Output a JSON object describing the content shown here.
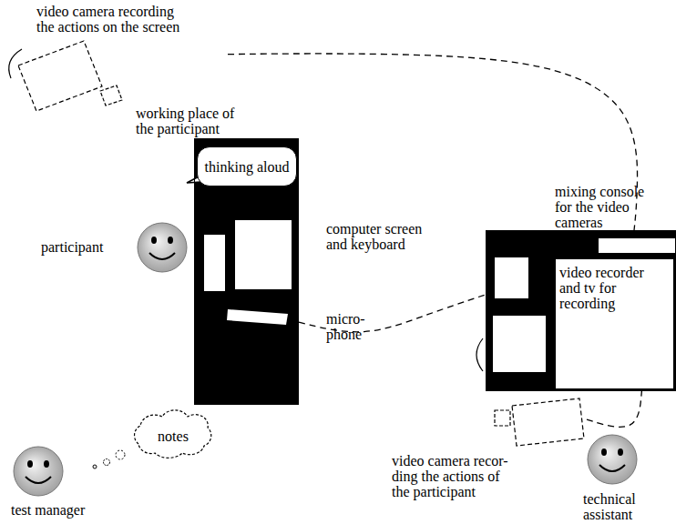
{
  "diagram": {
    "nodes": [
      {
        "text": [
          "video camera recording the actions on the screen"
        ]
      },
      {
        "text": [
          "working place of the participant"
        ]
      },
      {
        "text": [
          "thinking aloud"
        ],
        "in": 1
      },
      {
        "text": [
          "mixing console for the video cameras",
          "video recorder and tv for recording"
        ]
      },
      {
        "text": [
          "notes"
        ]
      },
      {
        "text": [
          "video camera recor- ding the actions of the participant"
        ]
      }
    ],
    "edges": [
      {
        "from": 0,
        "to": 3,
        "arrow": "none"
      },
      {
        "from": 1,
        "to": 3,
        "arrow": "none"
      },
      {
        "from": 5,
        "to": 3,
        "arrow": "none"
      }
    ],
    "labels": [
      "participant",
      "computer screen and keyboard",
      "micro- phone",
      "test manager",
      "technical assistant"
    ]
  }
}
